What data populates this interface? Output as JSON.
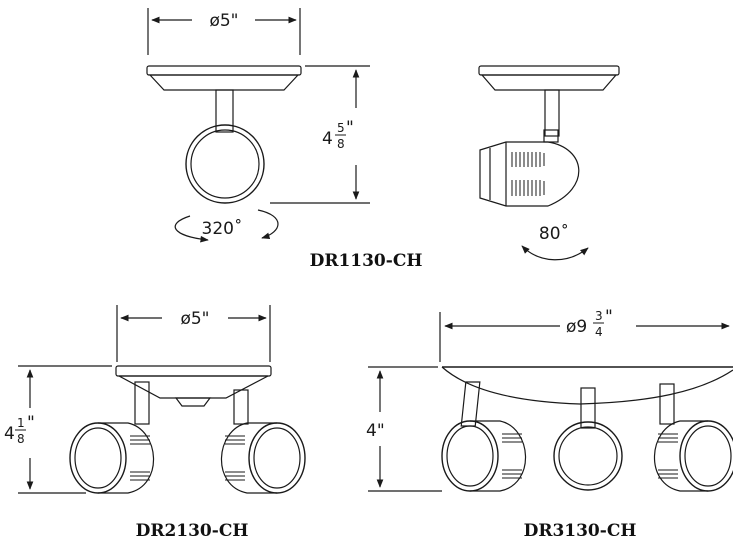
{
  "dr1130": {
    "model": "DR1130-CH",
    "width_dim": "ø5\"",
    "height_whole": "4",
    "height_num": "5",
    "height_den": "8",
    "height_inch": "\"",
    "rotation": "320˚",
    "tilt": "80˚"
  },
  "dr2130": {
    "model": "DR2130-CH",
    "width_dim": "ø5\"",
    "height_whole": "4",
    "height_num": "1",
    "height_den": "8",
    "height_inch": "\""
  },
  "dr3130": {
    "model": "DR3130-CH",
    "width_whole": "ø9",
    "width_num": "3",
    "width_den": "4",
    "width_inch": "\"",
    "height_dim": "4\""
  },
  "colors": {
    "line": "#1a1a1a",
    "background": "#ffffff"
  }
}
